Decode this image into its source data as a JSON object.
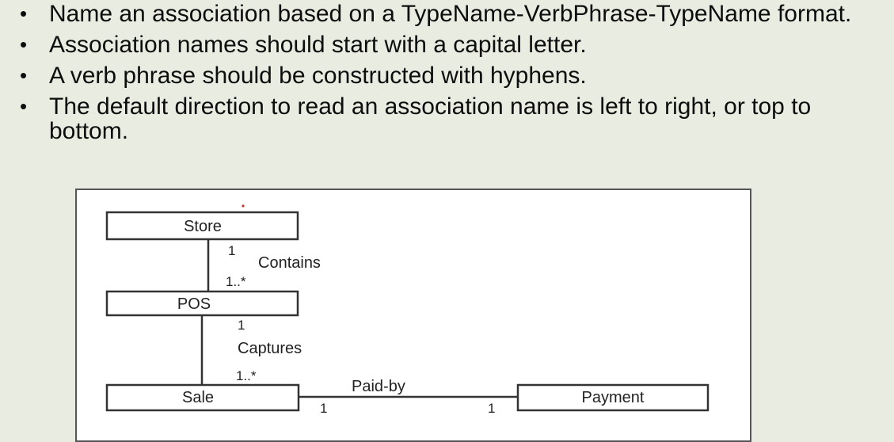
{
  "bullets": [
    {
      "text": "Name an association based on a TypeName-VerbPhrase-TypeName format."
    },
    {
      "text": "Association names should start with a capital letter."
    },
    {
      "text": "A verb phrase should be constructed with hyphens."
    },
    {
      "text": "The default direction to read an association name is left to right, or top to bottom."
    }
  ],
  "diagram": {
    "classes": {
      "store": "Store",
      "pos": "POS",
      "sale": "Sale",
      "payment": "Payment"
    },
    "associations": {
      "contains": {
        "name": "Contains",
        "mult_top": "1",
        "mult_bottom": "1..*"
      },
      "captures": {
        "name": "Captures",
        "mult_top": "1",
        "mult_bottom": "1..*"
      },
      "paid_by": {
        "name": "Paid-by",
        "mult_left": "1",
        "mult_right": "1"
      }
    }
  }
}
